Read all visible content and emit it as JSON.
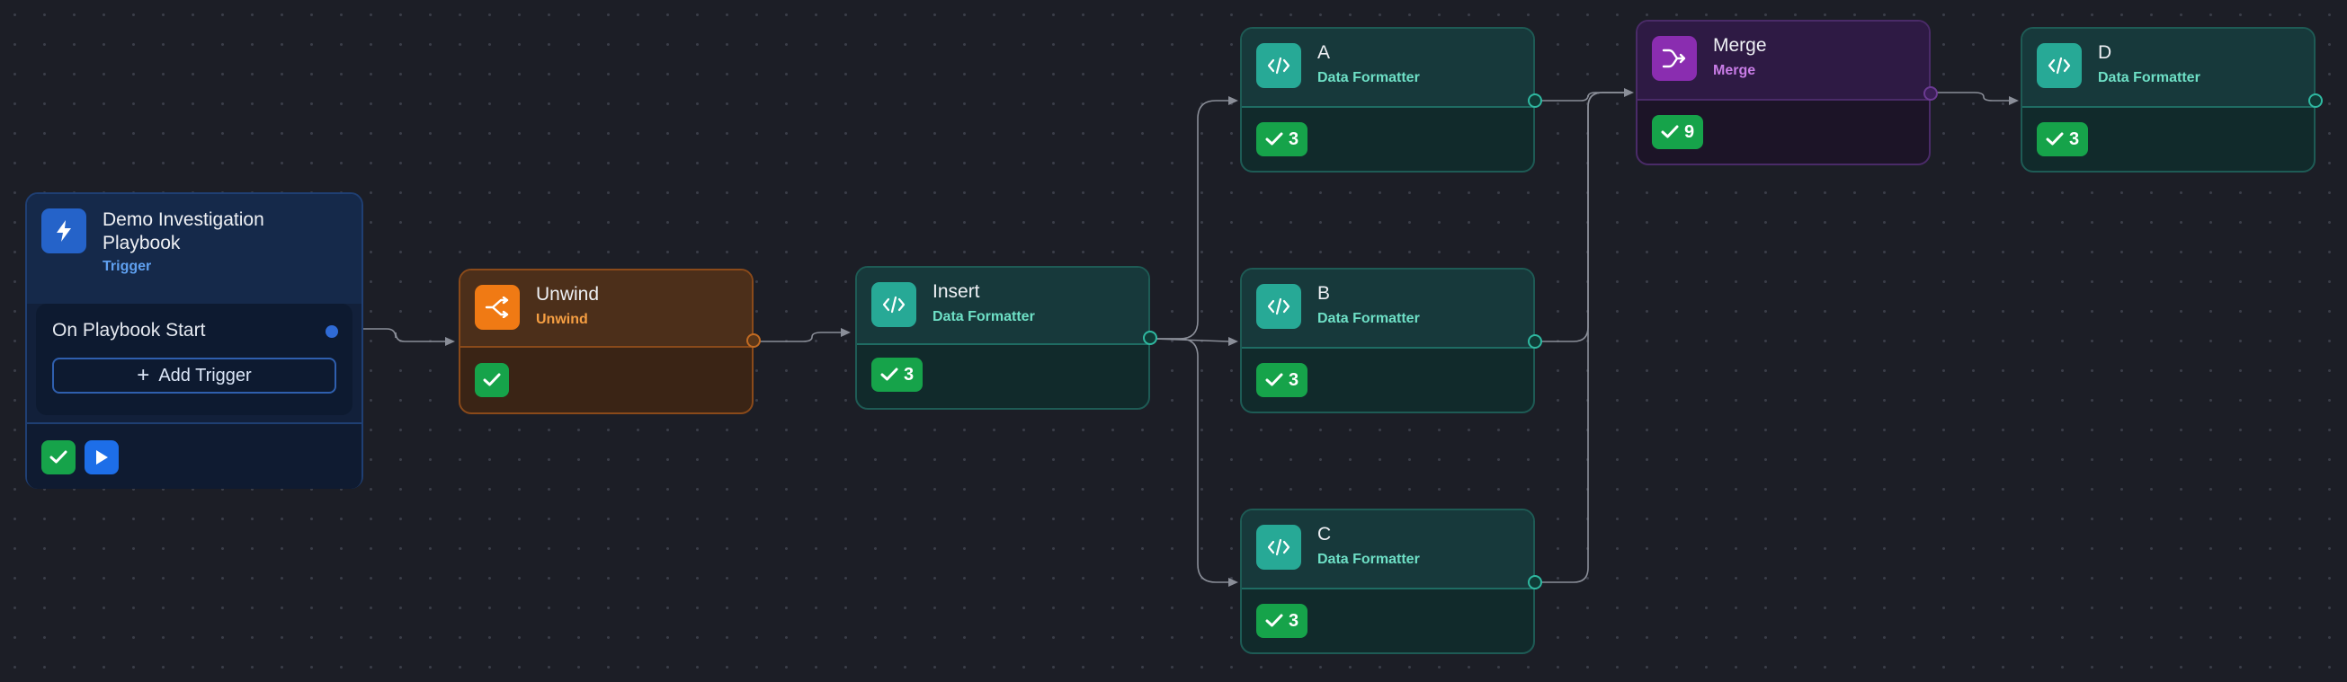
{
  "trigger_node": {
    "title": "Demo Investigation Playbook",
    "subtitle": "Trigger",
    "trigger_label": "On Playbook Start",
    "add_trigger_label": "Add Trigger",
    "icon": "lightning-icon"
  },
  "unwind_node": {
    "title": "Unwind",
    "subtitle": "Unwind",
    "icon": "shuffle-icon"
  },
  "insert_node": {
    "title": "Insert",
    "subtitle": "Data Formatter",
    "count": "3",
    "icon": "code-icon"
  },
  "a_node": {
    "title": "A",
    "subtitle": "Data Formatter",
    "count": "3",
    "icon": "code-icon"
  },
  "b_node": {
    "title": "B",
    "subtitle": "Data Formatter",
    "count": "3",
    "icon": "code-icon"
  },
  "c_node": {
    "title": "C",
    "subtitle": "Data Formatter",
    "count": "3",
    "icon": "code-icon"
  },
  "merge_node": {
    "title": "Merge",
    "subtitle": "Merge",
    "count": "9",
    "icon": "merge-icon"
  },
  "d_node": {
    "title": "D",
    "subtitle": "Data Formatter",
    "count": "3",
    "icon": "code-icon"
  },
  "colors": {
    "canvas": "#1c1e26",
    "teal": "#27a996",
    "orange": "#f07a14",
    "purple": "#8a2db0",
    "blue": "#2563c9",
    "success": "#16a34a",
    "edge": "#8a8e98"
  }
}
